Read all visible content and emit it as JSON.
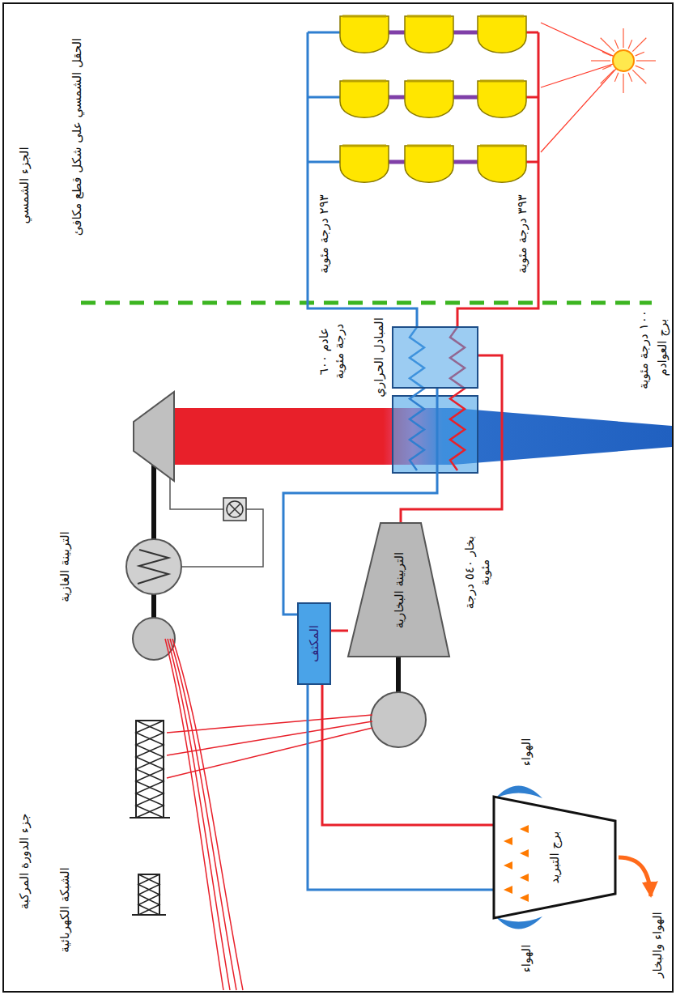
{
  "diagram": {
    "nodes": [
      {
        "text": [
          "المبادل الحراري"
        ]
      },
      {
        "text": [
          "التربينة البخارية"
        ]
      },
      {
        "text": [
          "المكثف"
        ]
      },
      {
        "text": [
          "برج التبريد"
        ]
      }
    ],
    "edges": [
      {
        "from": 0,
        "to": 1,
        "arrow": "none"
      },
      {
        "from": 1,
        "to": 2,
        "arrow": "none"
      },
      {
        "from": 2,
        "to": 0,
        "arrow": "none"
      },
      {
        "from": 2,
        "to": 3,
        "arrow": "none"
      },
      {
        "from": 2,
        "to": 3,
        "arrow": "none"
      }
    ],
    "labels": [
      "الجزء الشمسي",
      "جزء الدورة المركبة",
      "الحقل الشمسي على شكل قطع مكافئ",
      "٢٩٣ درجة مئوية",
      "٣٩٣ درجة مئوية",
      "عادم ٦٠٠ درجة مئوية",
      "١٠٠ درجة مئوية",
      "برج العوادم",
      "بخار ٥٤٠ درجة مئوية",
      "التربينة الغازية",
      "الشبكة الكهربائية",
      "الهواء",
      "الهواء",
      "الهواء والبخار"
    ]
  }
}
